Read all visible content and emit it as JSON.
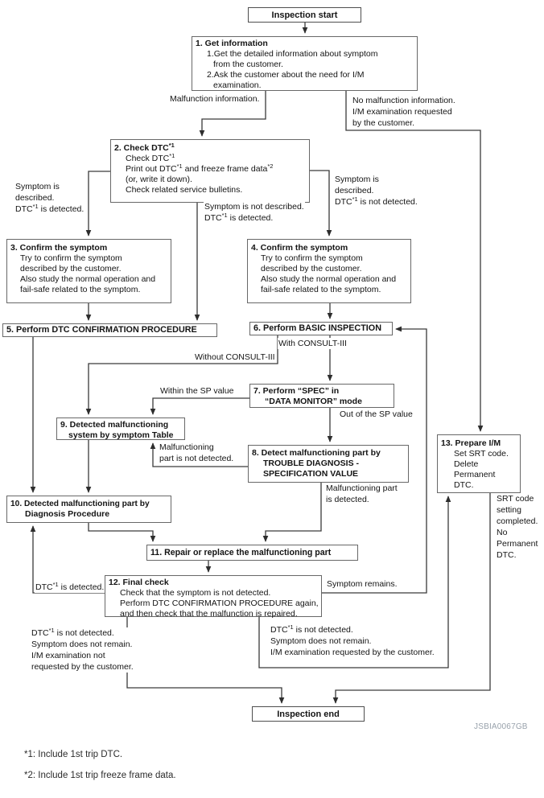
{
  "diagram": {
    "start_label": "Inspection start",
    "end_label": "Inspection end",
    "watermark": "JSBIA0067GB",
    "boxes": {
      "b1": {
        "title": "1. Get information",
        "lines": [
          "1.Get the detailed information about symptom",
          "from the customer.",
          "2.Ask the customer about the need for I/M",
          "examination."
        ]
      },
      "b2": {
        "title": "2. Check DTC*1",
        "lines": [
          "Check DTC*1",
          "Print out DTC*1 and freeze frame data*2",
          "(or, write it down).",
          "Check related service bulletins."
        ]
      },
      "b3": {
        "title": "3. Confirm the symptom",
        "lines": [
          "Try to confirm the symptom",
          "described by the customer.",
          "Also study the normal operation and",
          "fail-safe related to the symptom."
        ]
      },
      "b4": {
        "title": "4. Confirm the symptom",
        "lines": [
          "Try to confirm the symptom",
          "described by the customer.",
          "Also study the normal operation and",
          "fail-safe related to the symptom."
        ]
      },
      "b5": {
        "title": "5. Perform DTC CONFIRMATION PROCEDURE"
      },
      "b6": {
        "title": "6. Perform BASIC INSPECTION"
      },
      "b7": {
        "title": "7. Perform “SPEC” in",
        "lines": [
          "“DATA MONITOR” mode"
        ]
      },
      "b8": {
        "title": "8. Detect malfunctioning part by",
        "lines": [
          "TROUBLE DIAGNOSIS -",
          "SPECIFICATION VALUE"
        ]
      },
      "b9": {
        "title": "9. Detected malfunctioning",
        "lines": [
          "system by symptom Table"
        ]
      },
      "b10": {
        "title": "10. Detected malfunctioning part by",
        "lines": [
          "Diagnosis Procedure"
        ]
      },
      "b11": {
        "title": "11. Repair or replace the malfunctioning part"
      },
      "b12": {
        "title": "12. Final check",
        "lines": [
          "Check that the symptom is not detected.",
          "Perform DTC CONFIRMATION PROCEDURE again,",
          "and then check that the malfunction is repaired."
        ]
      },
      "b13": {
        "title": "13. Prepare I/M",
        "lines": [
          "Set SRT code.",
          "Delete",
          "Permanent",
          "DTC."
        ]
      }
    },
    "edge_labels": {
      "malfunction_info": "Malfunction information.",
      "no_malfunction_info": [
        "No malfunction information.",
        "I/M examination requested",
        "by the customer."
      ],
      "symptom_described_dtc_detected": [
        "Symptom is",
        "described.",
        "DTC*1 is detected."
      ],
      "symptom_not_described": [
        "Symptom is not described.",
        "DTC*1 is detected."
      ],
      "symptom_described_dtc_not_detected": [
        "Symptom is",
        "described.",
        "DTC*1 is not detected."
      ],
      "without_consult": "Without CONSULT-III",
      "with_consult": "With CONSULT-III",
      "within_sp": "Within the SP value",
      "out_of_sp": "Out of the SP value",
      "malf_part_not_detected": [
        "Malfunctioning",
        "part is not detected."
      ],
      "malf_part_detected": [
        "Malfunctioning part",
        "is detected."
      ],
      "dtc_detected": "DTC*1 is detected.",
      "symptom_remains": "Symptom remains.",
      "end_left": [
        "DTC*1 is not detected.",
        "Symptom does not remain.",
        "I/M examination not",
        "requested by the customer."
      ],
      "end_right": [
        "DTC*1 is not detected.",
        "Symptom does not remain.",
        "I/M examination requested by the customer."
      ],
      "srt_code": [
        "SRT code",
        "setting",
        "completed.",
        "No",
        "Permanent",
        "DTC."
      ]
    },
    "footnotes": [
      "*1: Include 1st trip DTC.",
      "*2: Include 1st trip freeze frame data."
    ]
  }
}
